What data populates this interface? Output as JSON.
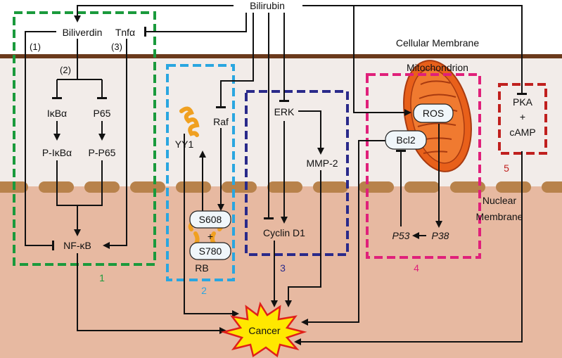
{
  "labels": {
    "bilirubin": "Bilirubin",
    "biliverdin": "Biliverdin",
    "tnfa": "Tnfα",
    "path1": "(1)",
    "path2": "(2)",
    "path3": "(3)",
    "cellular_membrane": "Cellular Membrane",
    "mitochondrion": "Mitochondrion",
    "nuclear_membrane_1": "Nuclear",
    "nuclear_membrane_2": "Membrane",
    "ikba": "IκBα",
    "p65": "P65",
    "p_ikba": "P-IκBα",
    "p_p65": "P-P65",
    "nfkb": "NF-κB",
    "yy1": "YY1",
    "raf": "Raf",
    "s608": "S608",
    "plus": "+",
    "s780": "S780",
    "rb": "RB",
    "erk": "ERK",
    "mmp2": "MMP-2",
    "cyclin_d1": "Cyclin D1",
    "ros": "ROS",
    "bcl2": "Bcl2",
    "p53": "P53",
    "p38": "P38",
    "pka": "PKA",
    "camp": "cAMP",
    "cancer": "Cancer"
  },
  "boxes": {
    "box1": "1",
    "box2": "2",
    "box3": "3",
    "box4": "4",
    "box5": "5"
  },
  "colors": {
    "box1": "#1a9a3c",
    "box2": "#2aa6e0",
    "box3": "#2a2a8a",
    "box4": "#e0207a",
    "box5": "#c0201e",
    "membrane": "#6b3a1c",
    "cytoplasm": "#f2ece9",
    "nucleus": "#e7b9a1",
    "nuclear_pores": "#b8824b",
    "mitochondrion": "#e8601a",
    "cancer_fill": "#ffe800",
    "cancer_stroke": "#e0201a",
    "rb_protein": "#f0a020"
  }
}
